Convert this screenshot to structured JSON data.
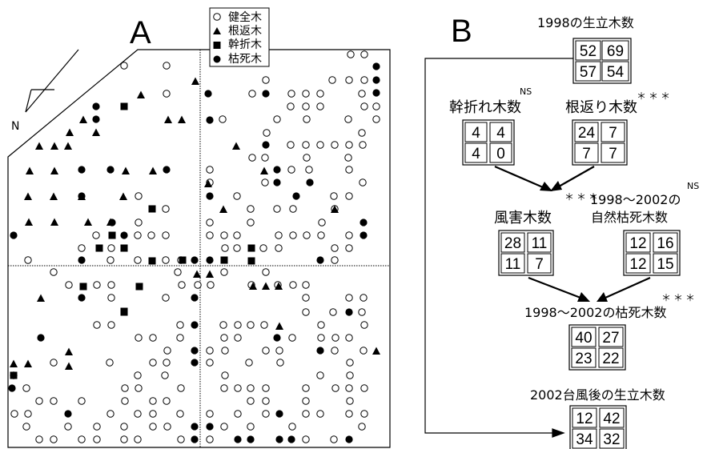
{
  "panelA": {
    "label": "A",
    "north": "N",
    "legend": [
      {
        "symbol": "open-circle",
        "label": "健全木"
      },
      {
        "symbol": "triangle",
        "label": "根返木"
      },
      {
        "symbol": "square",
        "label": "幹折木"
      },
      {
        "symbol": "filled-circle",
        "label": "枯死木"
      }
    ]
  },
  "panelB": {
    "label": "B",
    "boxes": {
      "live1998": {
        "title": "1998の生立木数",
        "cells": [
          "52",
          "69",
          "57",
          "54"
        ]
      },
      "stemBreak": {
        "title": "幹折れ木数",
        "sig": "NS",
        "cells": [
          "4",
          "4",
          "4",
          "0"
        ]
      },
      "uproot": {
        "title": "根返り木数",
        "sig": "＊＊＊",
        "cells": [
          "24",
          "7",
          "7",
          "7"
        ]
      },
      "wind": {
        "title": "風害木数",
        "sig": "＊＊＊",
        "cells": [
          "28",
          "11",
          "11",
          "7"
        ]
      },
      "naturalDeath": {
        "title1": "1998～2002の",
        "title2": "自然枯死木数",
        "sig": "NS",
        "cells": [
          "12",
          "16",
          "12",
          "15"
        ]
      },
      "death": {
        "title": "1998～2002の枯死木数",
        "sig": "＊＊＊",
        "cells": [
          "40",
          "27",
          "23",
          "22"
        ]
      },
      "live2002": {
        "title": "2002台風後の生立木数",
        "cells": [
          "12",
          "42",
          "34",
          "32"
        ]
      }
    }
  },
  "map_points": {
    "open": [
      [
        438,
        68
      ],
      [
        455,
        68
      ],
      [
        155,
        82
      ],
      [
        208,
        82
      ],
      [
        332,
        100
      ],
      [
        415,
        100
      ],
      [
        436,
        100
      ],
      [
        455,
        100
      ],
      [
        208,
        117
      ],
      [
        315,
        117
      ],
      [
        364,
        117
      ],
      [
        382,
        117
      ],
      [
        400,
        117
      ],
      [
        452,
        117
      ],
      [
        363,
        133
      ],
      [
        382,
        133
      ],
      [
        400,
        133
      ],
      [
        455,
        133
      ],
      [
        470,
        133
      ],
      [
        278,
        149
      ],
      [
        346,
        149
      ],
      [
        383,
        149
      ],
      [
        435,
        149
      ],
      [
        470,
        149
      ],
      [
        333,
        166
      ],
      [
        452,
        166
      ],
      [
        363,
        181
      ],
      [
        382,
        181
      ],
      [
        400,
        181
      ],
      [
        418,
        181
      ],
      [
        436,
        181
      ],
      [
        453,
        181
      ],
      [
        315,
        197
      ],
      [
        331,
        197
      ],
      [
        383,
        197
      ],
      [
        435,
        197
      ],
      [
        262,
        212
      ],
      [
        364,
        212
      ],
      [
        386,
        212
      ],
      [
        436,
        212
      ],
      [
        262,
        228
      ],
      [
        331,
        228
      ],
      [
        453,
        228
      ],
      [
        173,
        245
      ],
      [
        296,
        245
      ],
      [
        417,
        245
      ],
      [
        436,
        245
      ],
      [
        207,
        261
      ],
      [
        313,
        261
      ],
      [
        346,
        261
      ],
      [
        366,
        261
      ],
      [
        418,
        261
      ],
      [
        262,
        278
      ],
      [
        173,
        278
      ],
      [
        313,
        278
      ],
      [
        402,
        278
      ],
      [
        120,
        294
      ],
      [
        172,
        294
      ],
      [
        189,
        294
      ],
      [
        207,
        294
      ],
      [
        262,
        294
      ],
      [
        280,
        294
      ],
      [
        296,
        294
      ],
      [
        348,
        294
      ],
      [
        366,
        294
      ],
      [
        383,
        294
      ],
      [
        401,
        294
      ],
      [
        436,
        294
      ],
      [
        102,
        310
      ],
      [
        139,
        310
      ],
      [
        138,
        325
      ],
      [
        172,
        325
      ],
      [
        207,
        325
      ],
      [
        226,
        325
      ],
      [
        281,
        310
      ],
      [
        296,
        310
      ],
      [
        329,
        310
      ],
      [
        348,
        310
      ],
      [
        418,
        310
      ],
      [
        436,
        310
      ],
      [
        418,
        325
      ],
      [
        35,
        325
      ],
      [
        67,
        340
      ],
      [
        222,
        340
      ],
      [
        280,
        340
      ],
      [
        227,
        356
      ],
      [
        247,
        356
      ],
      [
        263,
        356
      ],
      [
        332,
        340
      ],
      [
        347,
        356
      ],
      [
        86,
        356
      ],
      [
        121,
        356
      ],
      [
        139,
        356
      ],
      [
        314,
        356
      ],
      [
        366,
        356
      ],
      [
        382,
        356
      ],
      [
        382,
        372
      ],
      [
        436,
        372
      ],
      [
        454,
        372
      ],
      [
        139,
        372
      ],
      [
        207,
        372
      ],
      [
        382,
        390
      ],
      [
        416,
        390
      ],
      [
        452,
        390
      ],
      [
        121,
        406
      ],
      [
        139,
        406
      ],
      [
        225,
        406
      ],
      [
        279,
        406
      ],
      [
        297,
        406
      ],
      [
        313,
        406
      ],
      [
        330,
        406
      ],
      [
        401,
        406
      ],
      [
        455,
        406
      ],
      [
        173,
        422
      ],
      [
        191,
        422
      ],
      [
        225,
        422
      ],
      [
        280,
        422
      ],
      [
        297,
        422
      ],
      [
        365,
        422
      ],
      [
        401,
        422
      ],
      [
        419,
        422
      ],
      [
        436,
        422
      ],
      [
        209,
        438
      ],
      [
        262,
        438
      ],
      [
        281,
        438
      ],
      [
        332,
        438
      ],
      [
        349,
        438
      ],
      [
        418,
        438
      ],
      [
        454,
        438
      ],
      [
        262,
        453
      ],
      [
        311,
        453
      ],
      [
        350,
        453
      ],
      [
        67,
        453
      ],
      [
        137,
        453
      ],
      [
        191,
        453
      ],
      [
        208,
        453
      ],
      [
        437,
        453
      ],
      [
        172,
        469
      ],
      [
        206,
        469
      ],
      [
        281,
        469
      ],
      [
        400,
        469
      ],
      [
        437,
        469
      ],
      [
        17,
        469
      ],
      [
        33,
        485
      ],
      [
        156,
        485
      ],
      [
        173,
        485
      ],
      [
        226,
        485
      ],
      [
        280,
        485
      ],
      [
        297,
        485
      ],
      [
        313,
        485
      ],
      [
        332,
        485
      ],
      [
        382,
        485
      ],
      [
        419,
        485
      ],
      [
        436,
        485
      ],
      [
        455,
        485
      ],
      [
        49,
        501
      ],
      [
        67,
        501
      ],
      [
        102,
        501
      ],
      [
        156,
        501
      ],
      [
        191,
        501
      ],
      [
        208,
        501
      ],
      [
        313,
        501
      ],
      [
        332,
        501
      ],
      [
        382,
        501
      ],
      [
        437,
        501
      ],
      [
        262,
        517
      ],
      [
        297,
        517
      ],
      [
        332,
        517
      ],
      [
        382,
        517
      ],
      [
        18,
        517
      ],
      [
        35,
        517
      ],
      [
        138,
        517
      ],
      [
        172,
        517
      ],
      [
        191,
        517
      ],
      [
        225,
        517
      ],
      [
        400,
        517
      ],
      [
        436,
        517
      ],
      [
        455,
        517
      ],
      [
        33,
        533
      ],
      [
        85,
        533
      ],
      [
        121,
        533
      ],
      [
        155,
        533
      ],
      [
        191,
        533
      ],
      [
        209,
        533
      ],
      [
        280,
        533
      ],
      [
        313,
        533
      ],
      [
        365,
        533
      ],
      [
        452,
        533
      ],
      [
        49,
        549
      ],
      [
        67,
        549
      ],
      [
        102,
        549
      ],
      [
        121,
        549
      ],
      [
        155,
        549
      ],
      [
        172,
        549
      ],
      [
        226,
        549
      ],
      [
        262,
        549
      ],
      [
        382,
        549
      ],
      [
        417,
        549
      ]
    ],
    "filled": [
      [
        470,
        83
      ],
      [
        470,
        100
      ],
      [
        260,
        117
      ],
      [
        332,
        117
      ],
      [
        120,
        133
      ],
      [
        120,
        149
      ],
      [
        470,
        116
      ],
      [
        262,
        150
      ],
      [
        332,
        181
      ],
      [
        102,
        212
      ],
      [
        138,
        212
      ],
      [
        208,
        212
      ],
      [
        346,
        212
      ],
      [
        346,
        228
      ],
      [
        102,
        245
      ],
      [
        370,
        245
      ],
      [
        387,
        228
      ],
      [
        262,
        245
      ],
      [
        140,
        278
      ],
      [
        454,
        278
      ],
      [
        17,
        294
      ],
      [
        155,
        294
      ],
      [
        454,
        294
      ],
      [
        102,
        325
      ],
      [
        243,
        325
      ],
      [
        262,
        325
      ],
      [
        400,
        325
      ],
      [
        102,
        372
      ],
      [
        243,
        372
      ],
      [
        436,
        390
      ],
      [
        51,
        422
      ],
      [
        243,
        406
      ],
      [
        346,
        422
      ],
      [
        243,
        438
      ],
      [
        400,
        438
      ],
      [
        243,
        453
      ],
      [
        15,
        485
      ],
      [
        349,
        517
      ],
      [
        243,
        533
      ],
      [
        436,
        549
      ],
      [
        85,
        517
      ],
      [
        243,
        549
      ],
      [
        262,
        533
      ],
      [
        297,
        549
      ],
      [
        313,
        549
      ],
      [
        349,
        549
      ],
      [
        364,
        549
      ]
    ],
    "triangle": [
      [
        244,
        102
      ],
      [
        176,
        119
      ],
      [
        210,
        150
      ],
      [
        227,
        150
      ],
      [
        104,
        150
      ],
      [
        87,
        166
      ],
      [
        49,
        183
      ],
      [
        120,
        166
      ],
      [
        68,
        183
      ],
      [
        85,
        183
      ],
      [
        37,
        214
      ],
      [
        68,
        214
      ],
      [
        157,
        214
      ],
      [
        191,
        214
      ],
      [
        260,
        230
      ],
      [
        330,
        214
      ],
      [
        102,
        246
      ],
      [
        67,
        246
      ],
      [
        35,
        246
      ],
      [
        154,
        246
      ],
      [
        279,
        262
      ],
      [
        418,
        262
      ],
      [
        36,
        278
      ],
      [
        68,
        278
      ],
      [
        110,
        278
      ],
      [
        138,
        278
      ],
      [
        295,
        183
      ],
      [
        246,
        343
      ],
      [
        51,
        373
      ],
      [
        332,
        358
      ],
      [
        316,
        358
      ],
      [
        348,
        358
      ],
      [
        262,
        343
      ],
      [
        349,
        408
      ],
      [
        470,
        439
      ],
      [
        86,
        440
      ],
      [
        17,
        455
      ],
      [
        35,
        455
      ],
      [
        86,
        458
      ]
    ],
    "square": [
      [
        155,
        133
      ],
      [
        190,
        261
      ],
      [
        124,
        310
      ],
      [
        155,
        310
      ],
      [
        314,
        310
      ],
      [
        314,
        326
      ],
      [
        104,
        358
      ],
      [
        174,
        358
      ],
      [
        155,
        389
      ],
      [
        155,
        390
      ],
      [
        17,
        469
      ],
      [
        140,
        294
      ],
      [
        280,
        325
      ],
      [
        190,
        326
      ],
      [
        228,
        325
      ]
    ]
  }
}
